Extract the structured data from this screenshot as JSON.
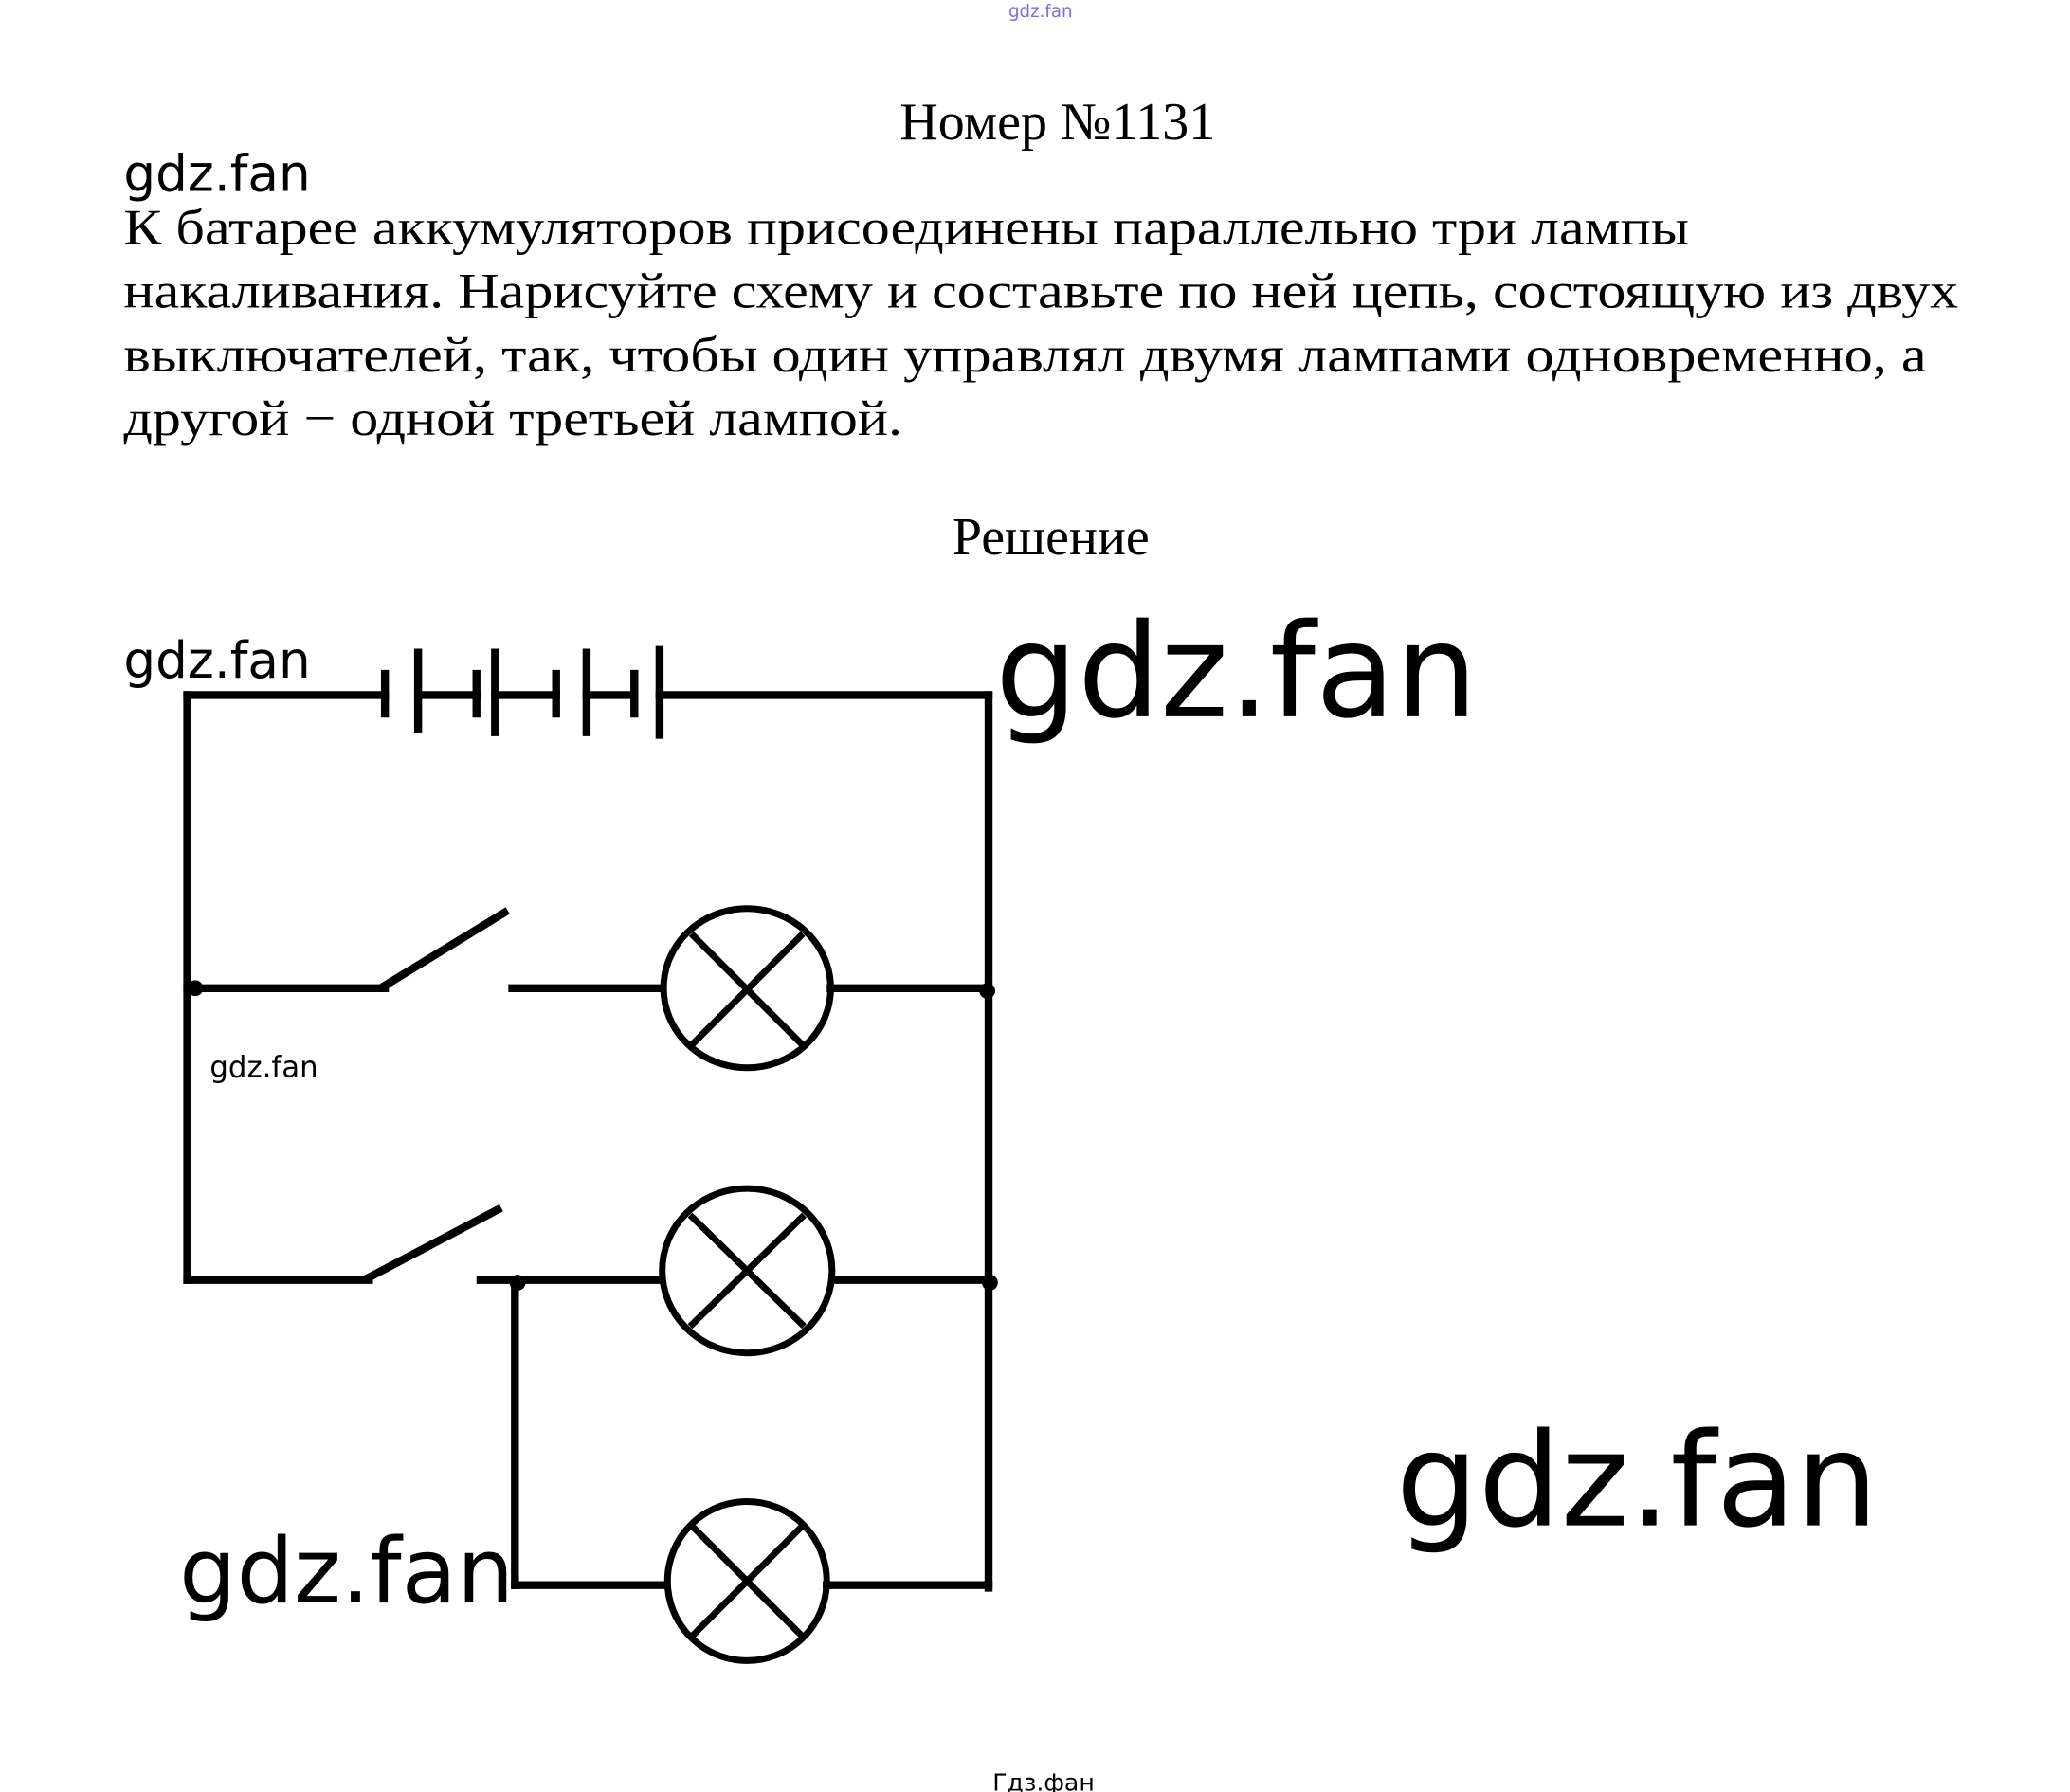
{
  "header_watermark": "gdz.fan",
  "title": "Номер №1131",
  "problem": {
    "watermark": "gdz.fan",
    "lines": [
      "К батарее аккумуляторов присоединены параллельно три лампы",
      "накаливания. Нарисуйте схему и составьте по ней цепь, состоящую из двух",
      "выключателей, так, чтобы один управлял двумя лампами одновременно, а",
      "другой − одной третьей лампой."
    ]
  },
  "solution": {
    "heading": "Решение",
    "watermarks": [
      "gdz.fan",
      "gdz.fan",
      "gdz.fan",
      "gdz.fan",
      "gdz.fan"
    ]
  },
  "footer": "Гдз.фан",
  "colors": {
    "header_watermark": "#7a6ee0",
    "ink": "#000000"
  }
}
